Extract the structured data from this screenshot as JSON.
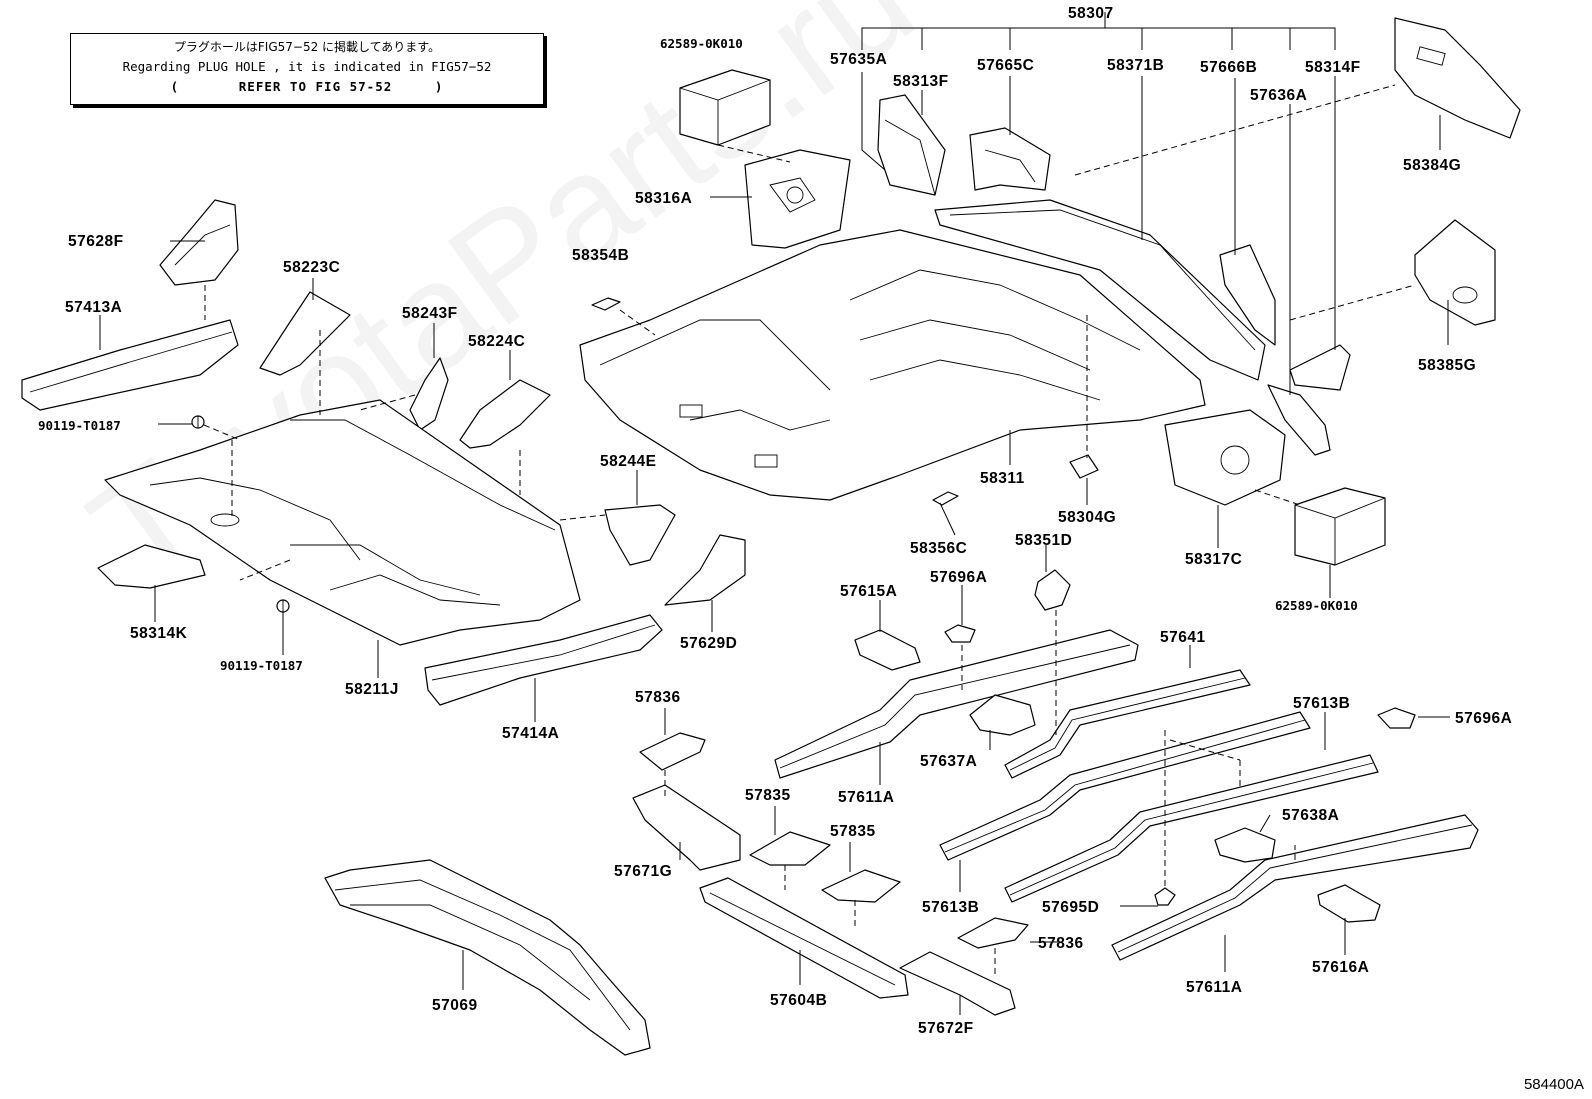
{
  "note": {
    "line_jp": "プラグホールはFIG57−52 に掲載してあります。",
    "line_en": "Regarding PLUG HOLE , it is indicated in FIG57−52",
    "line_ref": "(       REFER TO FIG 57-52     )"
  },
  "watermark": "ToyotaParts.ru",
  "figure_code": "584400A",
  "labels": {
    "l_58307": "58307",
    "l_62589_top": "62589-0K010",
    "l_57635A": "57635A",
    "l_58313F": "58313F",
    "l_57665C": "57665C",
    "l_58371B": "58371B",
    "l_57666B": "57666B",
    "l_58314F": "58314F",
    "l_57636A": "57636A",
    "l_58384G": "58384G",
    "l_58316A": "58316A",
    "l_58354B": "58354B",
    "l_57628F": "57628F",
    "l_58223C": "58223C",
    "l_57413A": "57413A",
    "l_58243F": "58243F",
    "l_58224C": "58224C",
    "l_90119_a": "90119-T0187",
    "l_58385G": "58385G",
    "l_58311": "58311",
    "l_58244E": "58244E",
    "l_58304G": "58304G",
    "l_58356C": "58356C",
    "l_58351D": "58351D",
    "l_58317C": "58317C",
    "l_62589_bottom": "62589-0K010",
    "l_58314K": "58314K",
    "l_57629D": "57629D",
    "l_57615A": "57615A",
    "l_57696A_a": "57696A",
    "l_57641": "57641",
    "l_90119_b": "90119-T0187",
    "l_58211J": "58211J",
    "l_57836_a": "57836",
    "l_57613B_a": "57613B",
    "l_57696A_b": "57696A",
    "l_57414A": "57414A",
    "l_57637A": "57637A",
    "l_57611A_a": "57611A",
    "l_57835_a": "57835",
    "l_57835_b": "57835",
    "l_57638A": "57638A",
    "l_57671G": "57671G",
    "l_57613B_b": "57613B",
    "l_57695D": "57695D",
    "l_57836_b": "57836",
    "l_57069": "57069",
    "l_57604B": "57604B",
    "l_57672F": "57672F",
    "l_57611A_b": "57611A",
    "l_57616A": "57616A"
  }
}
